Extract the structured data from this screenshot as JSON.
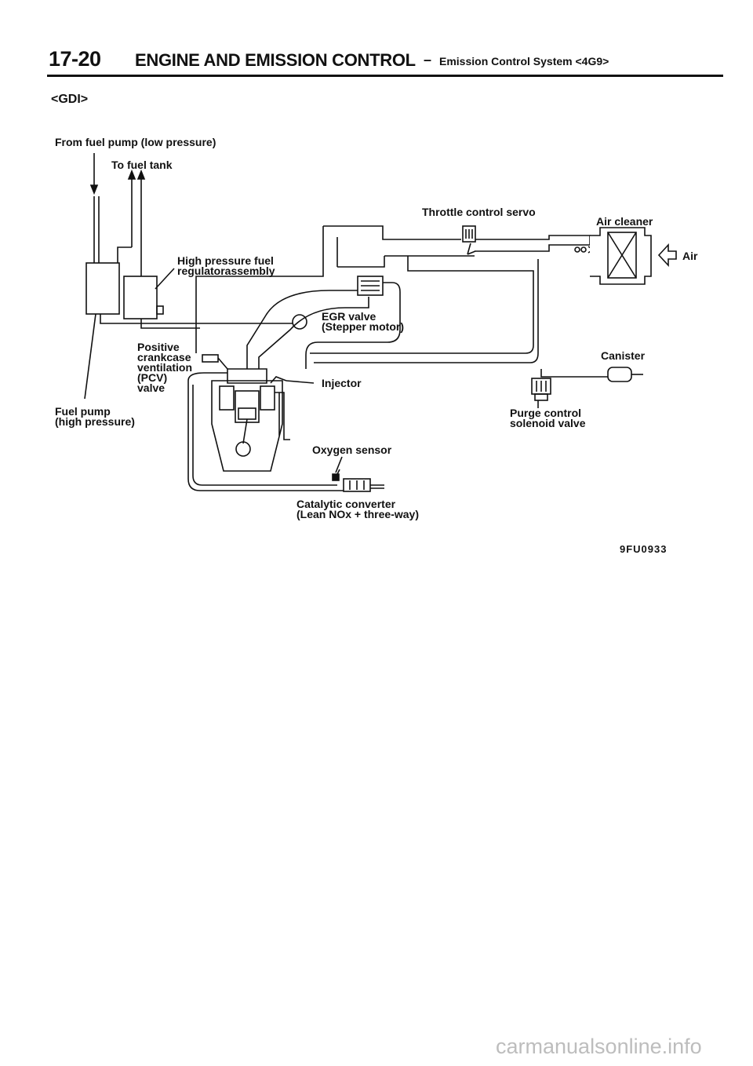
{
  "header": {
    "page_number": "17-20",
    "section_title": "ENGINE AND EMISSION CONTROL",
    "separator": "–",
    "subtitle": "Emission Control System <4G9>"
  },
  "variant_label": "<GDI>",
  "labels": {
    "from_fuel_pump": "From fuel pump (low pressure)",
    "to_fuel_tank": "To fuel tank",
    "throttle_control_servo": "Throttle control servo",
    "air_cleaner": "Air cleaner",
    "air": "Air",
    "high_pressure_regulator": "High pressure fuel\nregulatorassembly",
    "egr_valve": "EGR valve\n(Stepper motor)",
    "pcv_valve": "Positive\ncrankcase\nventilation\n(PCV)\nvalve",
    "canister": "Canister",
    "injector": "Injector",
    "fuel_pump_high": "Fuel pump\n(high pressure)",
    "purge_control": "Purge control\nsolenoid valve",
    "oxygen_sensor": "Oxygen sensor",
    "catalytic_converter": "Catalytic converter\n(Lean NOx + three-way)"
  },
  "figure_code": "9FU0933",
  "watermark": "carmanualsonline.info"
}
